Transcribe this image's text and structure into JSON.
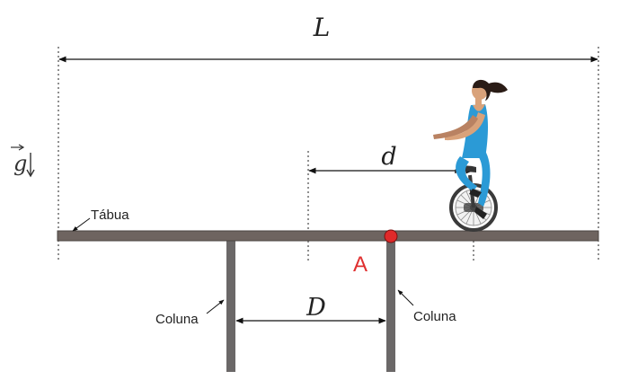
{
  "diagram": {
    "labels": {
      "length_total": "L",
      "distance_rider": "d",
      "distance_columns": "D",
      "point": "A",
      "gravity_symbol": "g",
      "board": "Tábua",
      "column_left": "Coluna",
      "column_right": "Coluna"
    },
    "icons": {
      "gravity_arrow": "vector-arrow-over-g",
      "gravity_direction": "down-arrow-icon",
      "rider": "unicyclist-woman-icon"
    },
    "colors": {
      "board": "#6e6460",
      "column": "#6b6868",
      "point_fill": "#e02a2a",
      "point_label": "#e03030",
      "rider_body": "#2b9ad6",
      "line": "#111111",
      "text": "#222222"
    }
  }
}
